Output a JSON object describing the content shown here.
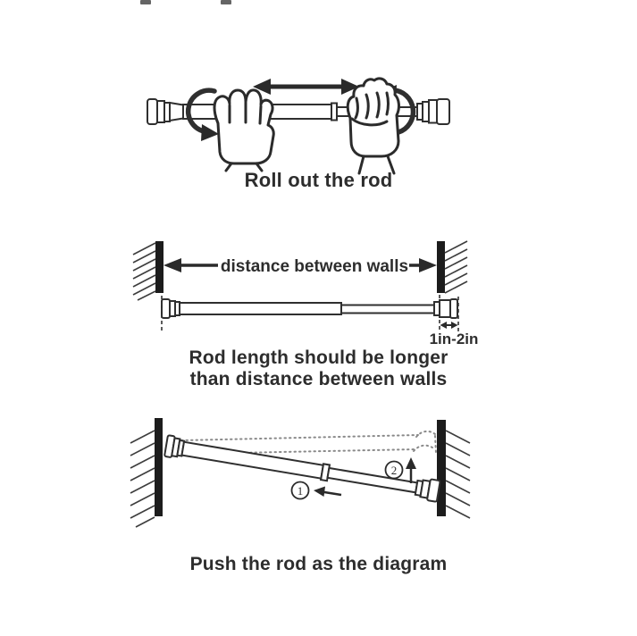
{
  "page": {
    "background": "#ffffff",
    "ink_color": "#2d2d2d",
    "dotted_guide_color": "#8a8a8a"
  },
  "steps": {
    "roll": {
      "caption": "Roll out the rod"
    },
    "length": {
      "distance_label": "distance between walls",
      "overhang_label": "1in-2in",
      "caption_line1": "Rod length should be longer",
      "caption_line2": "than distance between walls"
    },
    "push": {
      "marker_1": "1",
      "marker_2": "2",
      "caption": "Push the rod as the diagram"
    }
  }
}
